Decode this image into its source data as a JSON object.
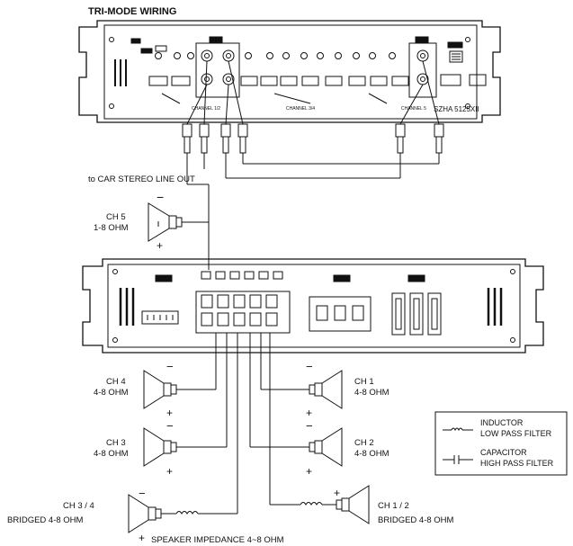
{
  "title": "TRI-MODE WIRING",
  "stereo_label": "to CAR STEREO LINE OUT",
  "model": "SZHA 5125XII",
  "channel_labels": {
    "ch12": "CHANNEL 1/2",
    "ch34": "CHANNEL 3/4",
    "ch5": "CHANNEL 5"
  },
  "speakers": {
    "ch5": {
      "name": "CH 5",
      "ohm": "1-8 OHM"
    },
    "ch4": {
      "name": "CH 4",
      "ohm": "4-8 OHM"
    },
    "ch3": {
      "name": "CH 3",
      "ohm": "4-8 OHM"
    },
    "ch1": {
      "name": "CH 1",
      "ohm": "4-8 OHM"
    },
    "ch2": {
      "name": "CH 2",
      "ohm": "4-8 OHM"
    },
    "ch34": {
      "name": "CH 3 / 4",
      "ohm": "BRIDGED 4-8 OHM"
    },
    "ch12": {
      "name": "CH 1 / 2",
      "ohm": "BRIDGED 4-8 OHM"
    }
  },
  "legend": {
    "inductor_1": "INDUCTOR",
    "inductor_2": "LOW PASS FILTER",
    "capacitor_1": "CAPACITOR",
    "capacitor_2": "HIGH PASS FILTER"
  },
  "footer": "SPEAKER IMPEDANCE 4~8 OHM"
}
